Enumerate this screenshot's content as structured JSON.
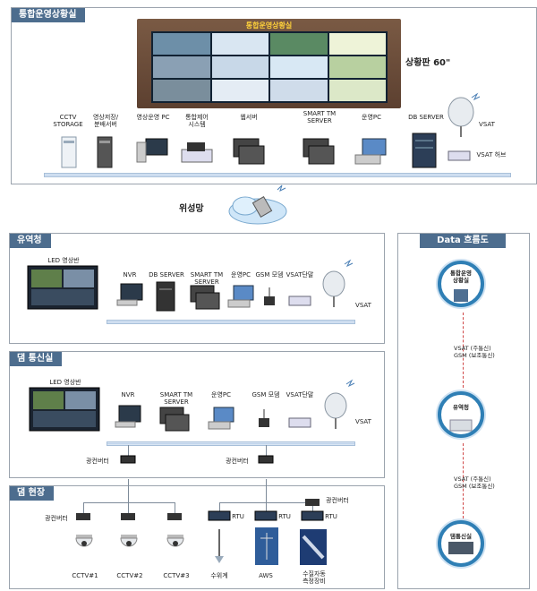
{
  "ops_center": {
    "title": "통합운영상황실",
    "board_title": "통합운영상황실",
    "board_label": "상황판 60\"",
    "devices": [
      "CCTV\nSTORAGE",
      "영상저장/\n분배서버",
      "영상운영 PC",
      "통합제어\n시스템",
      "웹서버",
      "SMART TM\nSERVER",
      "운영PC",
      "DB SERVER",
      "VSAT"
    ],
    "vsat_hub": "VSAT 허브"
  },
  "satellite": "위성망",
  "river_office": {
    "title": "유역청",
    "devices": [
      "LED 영상반",
      "NVR",
      "DB SERVER",
      "SMART TM\nSERVER",
      "운영PC",
      "GSM 모뎀",
      "VSAT단말",
      "VSAT"
    ]
  },
  "dam_comm": {
    "title": "댐 통신실",
    "devices": [
      "LED 영상반",
      "NVR",
      "SMART TM\nSERVER",
      "운영PC",
      "GSM 모뎀",
      "VSAT단말",
      "VSAT"
    ],
    "converters": [
      "광컨버터",
      "광컨버터"
    ]
  },
  "dam_site": {
    "title": "댐 현장",
    "labels": [
      "광컨버터",
      "광컨버터",
      "RTU",
      "RTU",
      "RTU",
      "CCTV#1",
      "CCTV#2",
      "CCTV#3",
      "수위계",
      "AWS",
      "수질자동\n측정장비"
    ]
  },
  "data_flow": {
    "title": "Data 흐름도",
    "nodes": [
      "통합운영\n상황실",
      "유역청",
      "댐통신실"
    ],
    "link_labels": [
      "VSAT (주통신)\nGSM (보조통신)",
      "VSAT (주통신)\nGSM (보조통신)"
    ]
  },
  "colors": {
    "title_bar": "#4d6d8e",
    "accent": "#2f7fb5",
    "link": "#d04848"
  }
}
